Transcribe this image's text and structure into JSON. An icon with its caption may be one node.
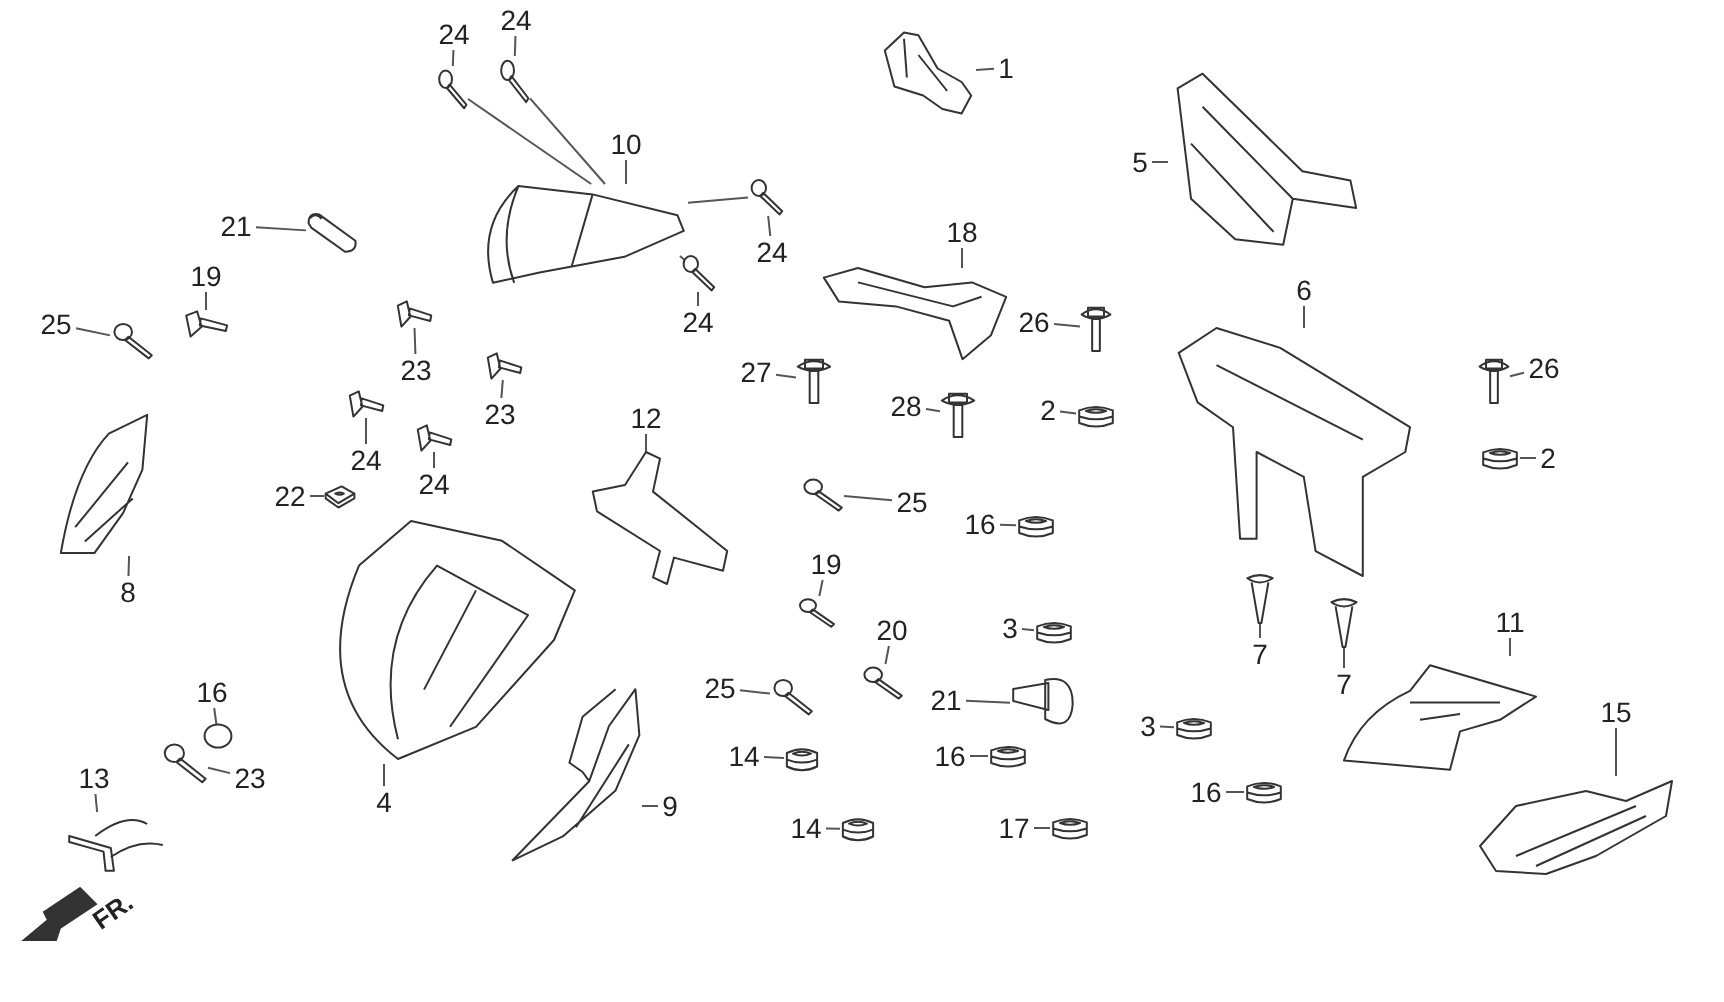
{
  "diagram": {
    "nodes": [
      {
        "text": [
          "1"
        ]
      },
      {
        "text": [],
        "shape": "picture"
      },
      {
        "text": [
          "24"
        ]
      },
      {
        "text": [],
        "shape": "picture"
      },
      {
        "text": [
          "24"
        ]
      },
      {
        "text": [],
        "shape": "picture"
      },
      {
        "text": [
          "10"
        ]
      },
      {
        "text": [],
        "shape": "picture"
      },
      {
        "text": [
          "5"
        ]
      },
      {
        "text": [],
        "shape": "picture"
      },
      {
        "text": [
          "21"
        ]
      },
      {
        "text": [],
        "shape": "picture"
      },
      {
        "text": [
          "18"
        ]
      },
      {
        "text": [],
        "shape": "picture"
      },
      {
        "text": [
          "24"
        ]
      },
      {
        "text": [],
        "shape": "picture"
      },
      {
        "text": [
          "24"
        ]
      },
      {
        "text": [],
        "shape": "picture"
      },
      {
        "text": [
          "19"
        ]
      },
      {
        "text": [],
        "shape": "picture"
      },
      {
        "text": [
          "25"
        ]
      },
      {
        "text": [],
        "shape": "picture"
      },
      {
        "text": [
          "26"
        ]
      },
      {
        "text": [],
        "shape": "picture"
      },
      {
        "text": [
          "6"
        ]
      },
      {
        "text": [],
        "shape": "picture"
      },
      {
        "text": [
          "26"
        ]
      },
      {
        "text": [],
        "shape": "picture"
      },
      {
        "text": [
          "23"
        ]
      },
      {
        "text": [],
        "shape": "picture"
      },
      {
        "text": [
          "27"
        ]
      },
      {
        "text": [],
        "shape": "picture"
      },
      {
        "text": [
          "23"
        ]
      },
      {
        "text": [],
        "shape": "picture"
      },
      {
        "text": [
          "24"
        ]
      },
      {
        "text": [],
        "shape": "picture"
      },
      {
        "text": [
          "28"
        ]
      },
      {
        "text": [],
        "shape": "picture"
      },
      {
        "text": [
          "2"
        ]
      },
      {
        "text": [],
        "shape": "picture"
      },
      {
        "text": [
          "24"
        ]
      },
      {
        "text": [],
        "shape": "picture"
      },
      {
        "text": [
          "8"
        ]
      },
      {
        "text": [],
        "shape": "picture"
      },
      {
        "text": [
          "22"
        ]
      },
      {
        "text": [],
        "shape": "picture"
      },
      {
        "text": [
          "2"
        ]
      },
      {
        "text": [],
        "shape": "picture"
      },
      {
        "text": [
          "12"
        ]
      },
      {
        "text": [],
        "shape": "picture"
      },
      {
        "text": [
          "25"
        ]
      },
      {
        "text": [],
        "shape": "picture"
      },
      {
        "text": [
          "16"
        ]
      },
      {
        "text": [],
        "shape": "picture"
      },
      {
        "text": [
          "19"
        ]
      },
      {
        "text": [],
        "shape": "picture"
      },
      {
        "text": [
          "4"
        ]
      },
      {
        "text": [],
        "shape": "picture"
      },
      {
        "text": [
          "20"
        ]
      },
      {
        "text": [],
        "shape": "picture"
      },
      {
        "text": [
          "3"
        ]
      },
      {
        "text": [],
        "shape": "picture"
      },
      {
        "text": [
          "7"
        ]
      },
      {
        "text": [],
        "shape": "picture"
      },
      {
        "text": [
          "7"
        ]
      },
      {
        "text": [],
        "shape": "picture"
      },
      {
        "text": [
          "11"
        ]
      },
      {
        "text": [],
        "shape": "picture"
      },
      {
        "text": [
          "25"
        ]
      },
      {
        "text": [],
        "shape": "picture"
      },
      {
        "text": [
          "21"
        ]
      },
      {
        "text": [],
        "shape": "picture"
      },
      {
        "text": [
          "3"
        ]
      },
      {
        "text": [],
        "shape": "picture"
      },
      {
        "text": [
          "15"
        ]
      },
      {
        "text": [],
        "shape": "picture"
      },
      {
        "text": [
          "16"
        ]
      },
      {
        "text": [],
        "shape": "circle"
      },
      {
        "text": [
          "23"
        ]
      },
      {
        "text": [],
        "shape": "picture"
      },
      {
        "text": [
          "14"
        ]
      },
      {
        "text": [],
        "shape": "picture"
      },
      {
        "text": [
          "16"
        ]
      },
      {
        "text": [],
        "shape": "picture"
      },
      {
        "text": [
          "16"
        ]
      },
      {
        "text": [],
        "shape": "picture"
      },
      {
        "text": [
          "13"
        ]
      },
      {
        "text": [],
        "shape": "picture"
      },
      {
        "text": [
          "9"
        ]
      },
      {
        "text": [],
        "shape": "picture"
      },
      {
        "text": [
          "14"
        ]
      },
      {
        "text": [],
        "shape": "picture"
      },
      {
        "text": [
          "17"
        ]
      },
      {
        "text": [],
        "shape": "picture"
      }
    ],
    "edges": [
      {
        "from": 0,
        "to": 1,
        "arrow": "none"
      },
      {
        "from": 2,
        "to": 3,
        "arrow": "none"
      },
      {
        "from": 4,
        "to": 5,
        "arrow": "none"
      },
      {
        "from": 6,
        "to": 7,
        "arrow": "none"
      },
      {
        "from": 8,
        "to": 9,
        "arrow": "none"
      },
      {
        "from": 10,
        "to": 11,
        "arrow": "none"
      },
      {
        "from": 12,
        "to": 13,
        "arrow": "none"
      },
      {
        "from": 14,
        "to": 15,
        "arrow": "none"
      },
      {
        "from": 16,
        "to": 17,
        "arrow": "none"
      },
      {
        "from": 18,
        "to": 19,
        "arrow": "none"
      },
      {
        "from": 20,
        "to": 21,
        "arrow": "none"
      },
      {
        "from": 22,
        "to": 23,
        "arrow": "none"
      },
      {
        "from": 24,
        "to": 25,
        "arrow": "none"
      },
      {
        "from": 26,
        "to": 27,
        "arrow": "none"
      },
      {
        "from": 28,
        "to": 29,
        "arrow": "none"
      },
      {
        "from": 30,
        "to": 31,
        "arrow": "none"
      },
      {
        "from": 32,
        "to": 33,
        "arrow": "none"
      },
      {
        "from": 34,
        "to": 35,
        "arrow": "none"
      },
      {
        "from": 36,
        "to": 37,
        "arrow": "none"
      },
      {
        "from": 38,
        "to": 39,
        "arrow": "none"
      },
      {
        "from": 40,
        "to": 41,
        "arrow": "none"
      },
      {
        "from": 42,
        "to": 43,
        "arrow": "none"
      },
      {
        "from": 44,
        "to": 45,
        "arrow": "none"
      },
      {
        "from": 46,
        "to": 47,
        "arrow": "none"
      },
      {
        "from": 48,
        "to": 49,
        "arrow": "none"
      },
      {
        "from": 50,
        "to": 51,
        "arrow": "none"
      },
      {
        "from": 52,
        "to": 53,
        "arrow": "none"
      },
      {
        "from": 54,
        "to": 55,
        "arrow": "none"
      },
      {
        "from": 56,
        "to": 57,
        "arrow": "none"
      },
      {
        "from": 58,
        "to": 59,
        "arrow": "none"
      },
      {
        "from": 60,
        "to": 61,
        "arrow": "none"
      },
      {
        "from": 62,
        "to": 63,
        "arrow": "none"
      },
      {
        "from": 64,
        "to": 65,
        "arrow": "none"
      },
      {
        "from": 66,
        "to": 67,
        "arrow": "none"
      },
      {
        "from": 68,
        "to": 69,
        "arrow": "none"
      },
      {
        "from": 70,
        "to": 71,
        "arrow": "none"
      },
      {
        "from": 72,
        "to": 73,
        "arrow": "none"
      },
      {
        "from": 74,
        "to": 75,
        "arrow": "none"
      },
      {
        "from": 76,
        "to": 77,
        "arrow": "none"
      },
      {
        "from": 78,
        "to": 79,
        "arrow": "none"
      },
      {
        "from": 80,
        "to": 81,
        "arrow": "none"
      },
      {
        "from": 82,
        "to": 83,
        "arrow": "none"
      },
      {
        "from": 84,
        "to": 85,
        "arrow": "none"
      },
      {
        "from": 86,
        "to": 87,
        "arrow": "none"
      },
      {
        "from": 88,
        "to": 89,
        "arrow": "none"
      },
      {
        "from": 90,
        "to": 91,
        "arrow": "none"
      },
      {
        "from": 92,
        "to": 93,
        "arrow": "none"
      },
      {
        "from": 3,
        "to": 7,
        "arrow": "none"
      },
      {
        "from": 5,
        "to": 7,
        "arrow": "none"
      },
      {
        "from": 15,
        "to": 7,
        "arrow": "none"
      },
      {
        "from": 17,
        "to": 7,
        "arrow": "none"
      }
    ],
    "labels": [
      "FR."
    ]
  }
}
